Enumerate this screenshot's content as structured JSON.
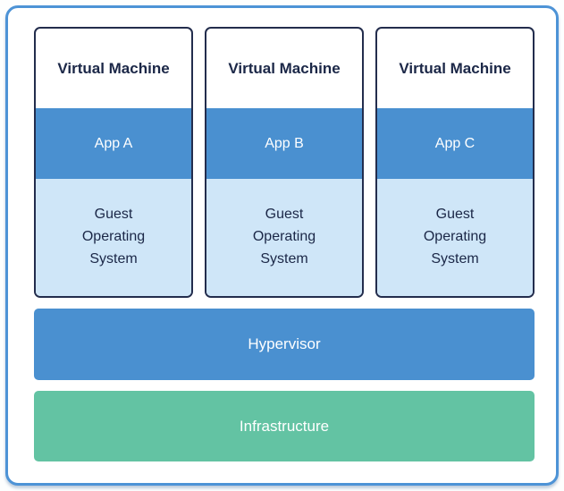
{
  "vm_boxes": [
    {
      "title": "Virtual Machine",
      "app_label": "App A",
      "os_lines": [
        "Guest",
        "Operating",
        "System"
      ]
    },
    {
      "title": "Virtual Machine",
      "app_label": "App B",
      "os_lines": [
        "Guest",
        "Operating",
        "System"
      ]
    },
    {
      "title": "Virtual Machine",
      "app_label": "App C",
      "os_lines": [
        "Guest",
        "Operating",
        "System"
      ]
    }
  ],
  "layers": [
    {
      "label": "Hypervisor",
      "color": "#4a90d0"
    },
    {
      "label": "Infrastructure",
      "color": "#63c3a3"
    }
  ],
  "colors": {
    "app_band_blue": "#4a90d0",
    "guest_os_light_blue": "#cfe6f8",
    "vm_border_navy": "#232d4d",
    "card_border_blue": "#4d93d6",
    "title_text_navy": "#1b2747",
    "layer_text_white": "#ffffff"
  }
}
